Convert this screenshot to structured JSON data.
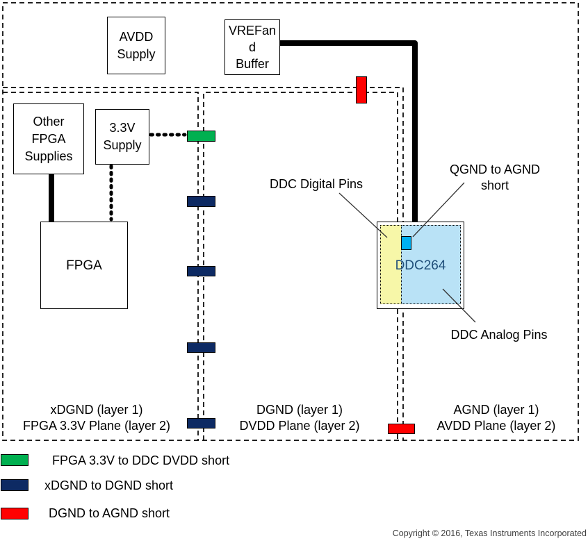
{
  "colors": {
    "green_short": "#00B050",
    "navy_short": "#0D2A63",
    "red_short": "#FF0000",
    "cyan_pad": "#00B0F0",
    "digital_pins_fill": "#F7F7A8",
    "analog_pins_fill": "#B9E2F6",
    "ddc_label_color": "#1F4E79"
  },
  "boxes": {
    "avdd": {
      "lines": [
        "AVDD",
        "Supply"
      ]
    },
    "vref": {
      "lines": [
        "VREFan",
        "d",
        "Buffer"
      ]
    },
    "other_fpga": {
      "lines": [
        "Other",
        "FPGA",
        "Supplies"
      ]
    },
    "supply_33v": {
      "lines": [
        "3.3V",
        "Supply"
      ]
    },
    "fpga": {
      "label": "FPGA"
    },
    "ddc": {
      "label": "DDC264"
    }
  },
  "annotations": {
    "ddc_digital_pins": "DDC Digital Pins",
    "qgnd_line1": "QGND to AGND",
    "qgnd_line2": "short",
    "ddc_analog_pins": "DDC Analog Pins"
  },
  "regions": {
    "xdgnd": {
      "lines": [
        "xDGND (layer 1)",
        "FPGA 3.3V Plane (layer 2)"
      ]
    },
    "dgnd": {
      "lines": [
        "DGND (layer 1)",
        "DVDD Plane (layer 2)"
      ]
    },
    "agnd": {
      "lines": [
        "AGND (layer 1)",
        "AVDD Plane (layer 2)"
      ]
    }
  },
  "legend": [
    {
      "color": "#00B050",
      "label": "FPGA 3.3V to DDC DVDD short"
    },
    {
      "color": "#0D2A63",
      "label": "xDGND to DGND short"
    },
    {
      "color": "#FF0000",
      "label": "DGND to AGND short"
    }
  ],
  "footer": {
    "copyright": "Copyright © 2016, Texas Instruments Incorporated"
  }
}
